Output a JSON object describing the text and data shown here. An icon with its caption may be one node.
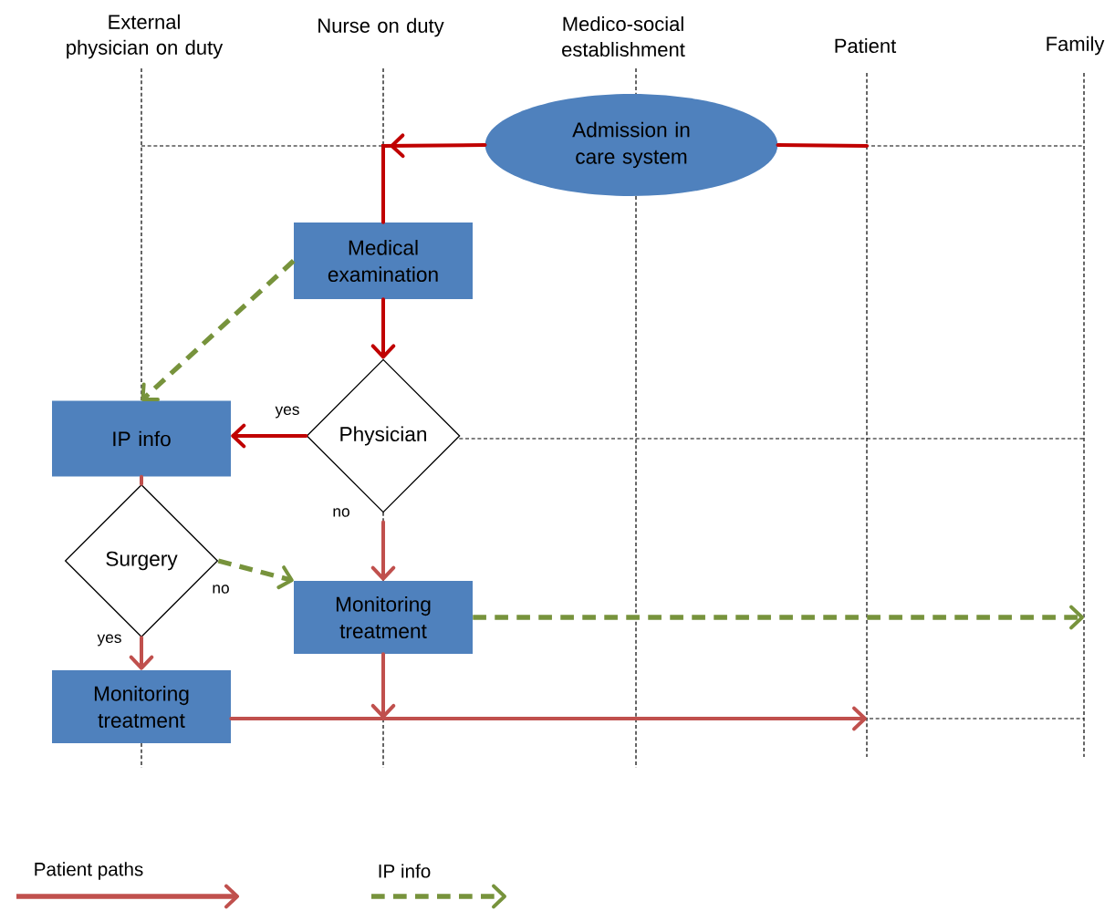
{
  "diagram": {
    "nodes": [
      {
        "text": [
          "Admission in care system"
        ]
      },
      {
        "text": [
          "Medical examination"
        ]
      },
      {
        "text": [
          "Physician"
        ]
      },
      {
        "text": [
          "IP info"
        ]
      },
      {
        "text": [
          "Surgery"
        ]
      },
      {
        "text": [
          "Monitoring treatment"
        ]
      },
      {
        "text": [
          "Monitoring treatment"
        ]
      }
    ],
    "edges": [
      {
        "from": 0,
        "to": 1,
        "arrow": "to",
        "color": "#c00000"
      },
      {
        "from": 0,
        "to": null,
        "arrow": "none",
        "color": "#c00000"
      },
      {
        "from": 1,
        "to": 2,
        "arrow": "to",
        "color": "#c00000"
      },
      {
        "from": 1,
        "to": 3,
        "arrow": "to",
        "style": "dashed",
        "color": "#77933c"
      },
      {
        "from": 2,
        "to": 3,
        "arrow": "to",
        "label": "yes",
        "color": "#c00000"
      },
      {
        "from": 2,
        "to": 5,
        "arrow": "to",
        "label": "no"
      },
      {
        "from": 3,
        "to": 4,
        "arrow": "none"
      },
      {
        "from": 4,
        "to": 6,
        "arrow": "to",
        "label": "yes"
      },
      {
        "from": 4,
        "to": 5,
        "arrow": "to",
        "label": "no",
        "style": "dashed",
        "color": "#77933c"
      },
      {
        "from": 5,
        "to": null,
        "arrow": "to",
        "style": "dashed",
        "color": "#77933c"
      },
      {
        "from": 5,
        "to": null,
        "arrow": "to"
      },
      {
        "from": 6,
        "to": null,
        "arrow": "to"
      }
    ],
    "labels": [
      "External physician on duty",
      "Nurse on duty",
      "Medico-social establishment",
      "Patient",
      "Family"
    ],
    "legend": [
      {
        "text": "Patient paths"
      },
      {
        "text": "IP info"
      }
    ]
  }
}
